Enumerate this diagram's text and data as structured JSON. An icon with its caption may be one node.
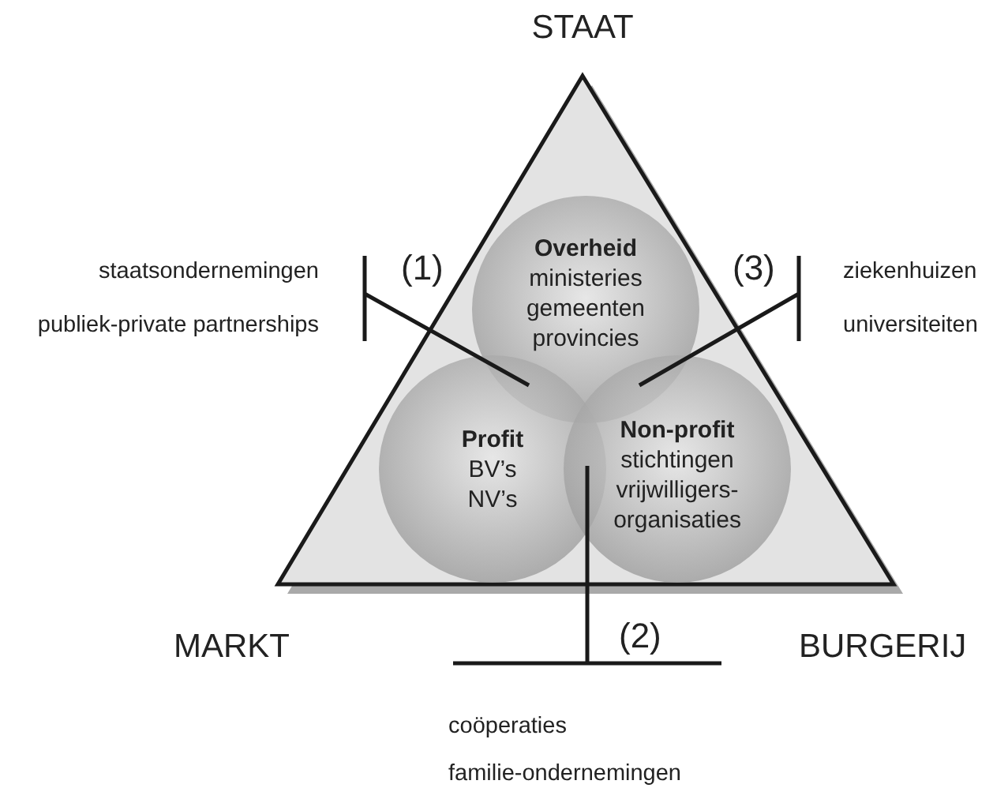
{
  "diagram": {
    "nodes": [
      {
        "text": [
          "Overheid",
          "ministeries gemeenten provincies"
        ]
      },
      {
        "text": [
          "Profit",
          "BV’s NV’s"
        ]
      },
      {
        "text": [
          "Non-profit",
          "stichtingen vrijwilligers-organisaties"
        ]
      },
      {
        "text": [
          "staatsondernemingen",
          "publiek-private partnerships"
        ]
      },
      {
        "text": [
          "ziekenhuizen",
          "universiteiten"
        ]
      },
      {
        "text": [
          "coöperaties",
          "familie-ondernemingen"
        ]
      }
    ],
    "edges": [
      {
        "from": 3,
        "to": 0,
        "arrow": "none"
      },
      {
        "from": 4,
        "to": 0,
        "arrow": "none"
      },
      {
        "from": 5,
        "to": 1,
        "arrow": "none"
      }
    ],
    "labels": [
      "STAAT",
      "(1)",
      "(3)",
      "MARKT",
      "(2)",
      "BURGERIJ"
    ]
  }
}
